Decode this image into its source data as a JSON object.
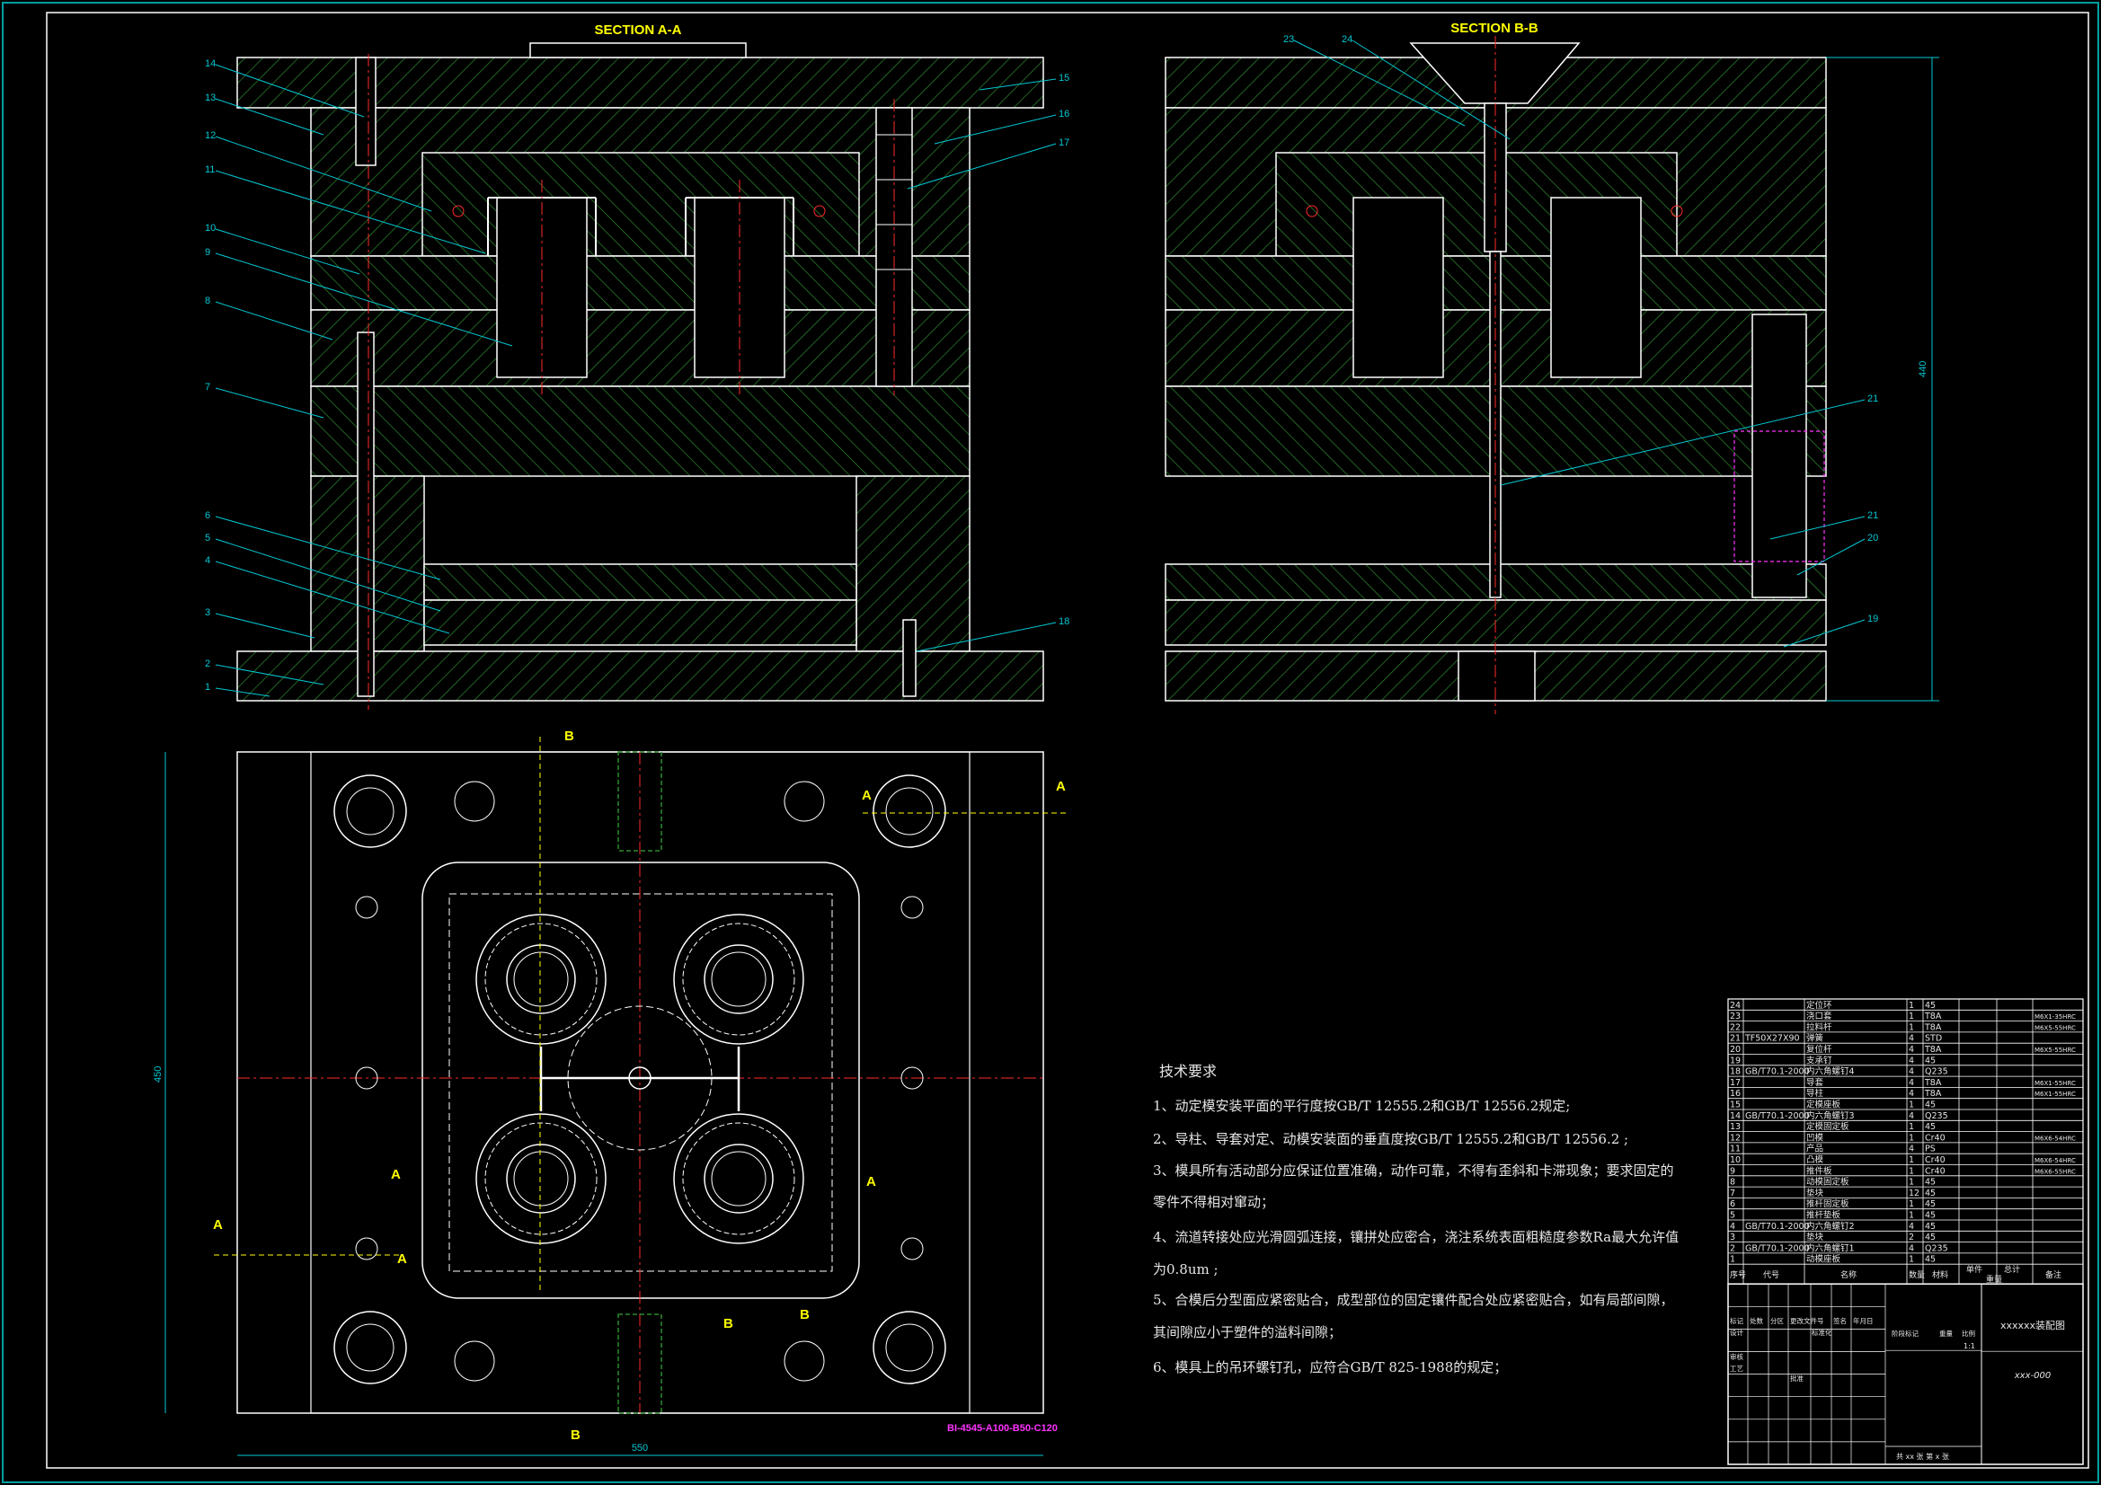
{
  "colors": {
    "background": "#000000",
    "outline": "#ffffff",
    "hatch": "#2e8b2e",
    "centerline": "#ff2a2a",
    "leader": "#00c8d4",
    "title": "#ffff00",
    "text": "#e6e6e6",
    "magenta": "#ff33ff",
    "frame": "#00a0a0"
  },
  "section_aa": {
    "title": "SECTION A-A",
    "callouts": [
      "14",
      "13",
      "12",
      "11",
      "10",
      "9",
      "8",
      "7",
      "6",
      "5",
      "4",
      "3",
      "2",
      "1",
      "15",
      "16",
      "17",
      "18"
    ]
  },
  "section_bb": {
    "title": "SECTION B-B",
    "callouts": [
      "23",
      "24",
      "21",
      "21",
      "20",
      "19"
    ],
    "dimension": "440"
  },
  "plan_view": {
    "section_markers": [
      "B",
      "B",
      "A",
      "A",
      "A",
      "A",
      "A",
      "A",
      "B",
      "B"
    ],
    "dim_width": "550",
    "dim_height": "450",
    "part_code": "BI-4545-A100-B50-C120"
  },
  "tech_requirements": {
    "heading": "技术要求",
    "items": [
      "1、动定模安装平面的平行度按GB/T 12555.2和GB/T 12556.2规定;",
      "2、导柱、导套对定、动模安装面的垂直度按GB/T 12555.2和GB/T 12556.2 ;",
      "3、模具所有活动部分应保证位置准确，动作可靠，不得有歪斜和卡滞现象；要求固定的",
      "   零件不得相对窜动；",
      "4、流道转接处应光滑圆弧连接，镶拼处应密合，浇注系统表面粗糙度参数Ra最大允许值",
      "   为0.8um ;",
      "5、合模后分型面应紧密贴合，成型部位的固定镶件配合处应紧密贴合，如有局部间隙，",
      "   其间隙应小于塑件的溢料间隙；",
      "6、模具上的吊环螺钉孔，应符合GB/T 825-1988的规定；"
    ]
  },
  "bom": {
    "rows": [
      {
        "no": "24",
        "std": "",
        "name": "定位环",
        "qty": "1",
        "mat": "45",
        "note": ""
      },
      {
        "no": "23",
        "std": "",
        "name": "浇口套",
        "qty": "1",
        "mat": "T8A",
        "note": "M6X1-35HRC"
      },
      {
        "no": "22",
        "std": "",
        "name": "拉料杆",
        "qty": "1",
        "mat": "T8A",
        "note": "M6X5-55HRC"
      },
      {
        "no": "21",
        "std": "TF50X27X90",
        "name": "弹簧",
        "qty": "4",
        "mat": "STD",
        "note": ""
      },
      {
        "no": "20",
        "std": "",
        "name": "复位杆",
        "qty": "4",
        "mat": "T8A",
        "note": "M6X5-55HRC"
      },
      {
        "no": "19",
        "std": "",
        "name": "支承钉",
        "qty": "4",
        "mat": "45",
        "note": ""
      },
      {
        "no": "18",
        "std": "GB/T70.1-2000",
        "name": "内六角螺钉4",
        "qty": "4",
        "mat": "Q235",
        "note": ""
      },
      {
        "no": "17",
        "std": "",
        "name": "导套",
        "qty": "4",
        "mat": "T8A",
        "note": "M6X1-55HRC"
      },
      {
        "no": "16",
        "std": "",
        "name": "导柱",
        "qty": "4",
        "mat": "T8A",
        "note": "M6X1-55HRC"
      },
      {
        "no": "15",
        "std": "",
        "name": "定模座板",
        "qty": "1",
        "mat": "45",
        "note": ""
      },
      {
        "no": "14",
        "std": "GB/T70.1-2000",
        "name": "内六角螺钉3",
        "qty": "4",
        "mat": "Q235",
        "note": ""
      },
      {
        "no": "13",
        "std": "",
        "name": "定模固定板",
        "qty": "1",
        "mat": "45",
        "note": ""
      },
      {
        "no": "12",
        "std": "",
        "name": "凹模",
        "qty": "1",
        "mat": "Cr40",
        "note": "M6X6-54HRC"
      },
      {
        "no": "11",
        "std": "",
        "name": "产品",
        "qty": "4",
        "mat": "PS",
        "note": ""
      },
      {
        "no": "10",
        "std": "",
        "name": "凸模",
        "qty": "1",
        "mat": "Cr40",
        "note": "M6X6-54HRC"
      },
      {
        "no": "9",
        "std": "",
        "name": "推件板",
        "qty": "1",
        "mat": "Cr40",
        "note": "M6X6-55HRC"
      },
      {
        "no": "8",
        "std": "",
        "name": "动模固定板",
        "qty": "1",
        "mat": "45",
        "note": ""
      },
      {
        "no": "7",
        "std": "",
        "name": "垫块",
        "qty": "12",
        "mat": "45",
        "note": ""
      },
      {
        "no": "6",
        "std": "",
        "name": "推杆固定板",
        "qty": "1",
        "mat": "45",
        "note": ""
      },
      {
        "no": "5",
        "std": "",
        "name": "推杆垫板",
        "qty": "1",
        "mat": "45",
        "note": ""
      },
      {
        "no": "4",
        "std": "GB/T70.1-2000",
        "name": "内六角螺钉2",
        "qty": "4",
        "mat": "45",
        "note": ""
      },
      {
        "no": "3",
        "std": "",
        "name": "垫块",
        "qty": "2",
        "mat": "45",
        "note": ""
      },
      {
        "no": "2",
        "std": "GB/T70.1-2000",
        "name": "内六角螺钉1",
        "qty": "4",
        "mat": "Q235",
        "note": ""
      },
      {
        "no": "1",
        "std": "",
        "name": "动模座板",
        "qty": "1",
        "mat": "45",
        "note": ""
      }
    ],
    "header": {
      "no": "序号",
      "std": "代号",
      "name": "名称",
      "qty": "数量",
      "mat": "材料",
      "w1": "单件",
      "w2": "总计",
      "weight": "重量",
      "note": "备注"
    },
    "title_block": {
      "drawing_name": "xxxxxx装配图",
      "drawing_no": "xxx-000",
      "scale": "1:1",
      "sheets": "共 xx 张  第 x 张",
      "stage_label": "阶段标记",
      "weight_label": "重量",
      "scale_label": "比例",
      "labels": [
        "标记",
        "处数",
        "分区",
        "更改文件号",
        "签名",
        "年月日",
        "设计",
        "标准化",
        "审核",
        "工艺",
        "批准"
      ]
    }
  }
}
